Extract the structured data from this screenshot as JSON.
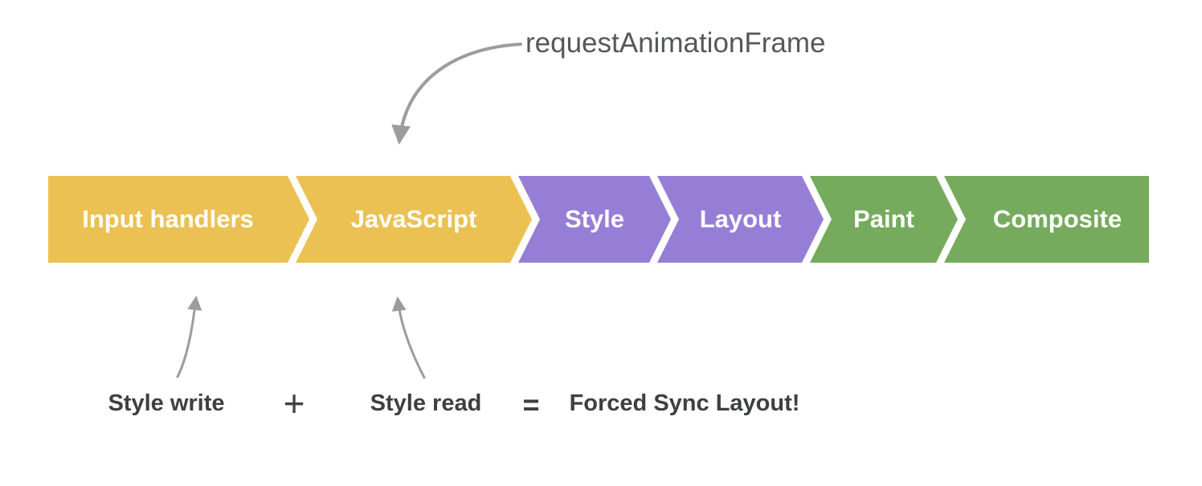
{
  "diagram": {
    "raf_annotation": "requestAnimationFrame",
    "pipeline": {
      "segments": [
        {
          "label": "Input handlers",
          "color": "#ebc153"
        },
        {
          "label": "JavaScript",
          "color": "#ebc153"
        },
        {
          "label": "Style",
          "color": "#967ed6"
        },
        {
          "label": "Layout",
          "color": "#967ed6"
        },
        {
          "label": "Paint",
          "color": "#76ab5d"
        },
        {
          "label": "Composite",
          "color": "#76ab5d"
        }
      ],
      "label_color": "#ffffff"
    },
    "equation": {
      "left_operand": "Style write",
      "operator_plus": "+",
      "right_operand": "Style read",
      "operator_equals": "=",
      "result": "Forced Sync Layout!"
    },
    "colors": {
      "stage_yellow": "#ebc153",
      "stage_purple": "#967ed6",
      "stage_green": "#76ab5d",
      "arrow_gray": "#9c9c9c",
      "annotation_text": "#55585b",
      "equation_text": "#3d4043",
      "background": "#ffffff"
    }
  }
}
